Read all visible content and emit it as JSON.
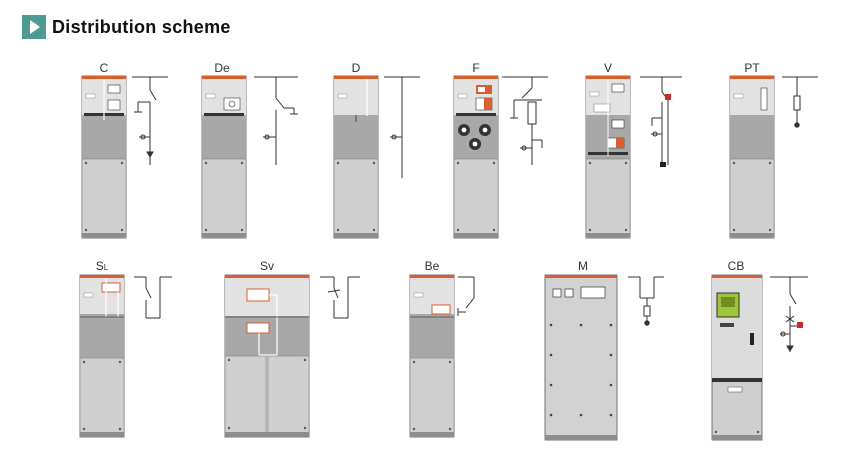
{
  "header": {
    "title": "Distribution  scheme",
    "icon": "play-icon",
    "icon_color": "#4f9a93"
  },
  "colors": {
    "panel_top": "#d6d6d6",
    "panel_mid": "#9b9b9b",
    "panel_bottom": "#c9c9c9",
    "accent_orange": "#d9602e",
    "accent_red": "#cc2a2a",
    "screen_green": "#9ec63a"
  },
  "units": [
    {
      "id": "C",
      "label": "C"
    },
    {
      "id": "De",
      "label": "De"
    },
    {
      "id": "D",
      "label": "D"
    },
    {
      "id": "F",
      "label": "F"
    },
    {
      "id": "V",
      "label": "V"
    },
    {
      "id": "PT",
      "label": "PT"
    },
    {
      "id": "SL",
      "label": "S",
      "label_sub": "L"
    },
    {
      "id": "Sv",
      "label": "Sv"
    },
    {
      "id": "Be",
      "label": "Be"
    },
    {
      "id": "M",
      "label": "M"
    },
    {
      "id": "CB",
      "label": "CB"
    }
  ]
}
